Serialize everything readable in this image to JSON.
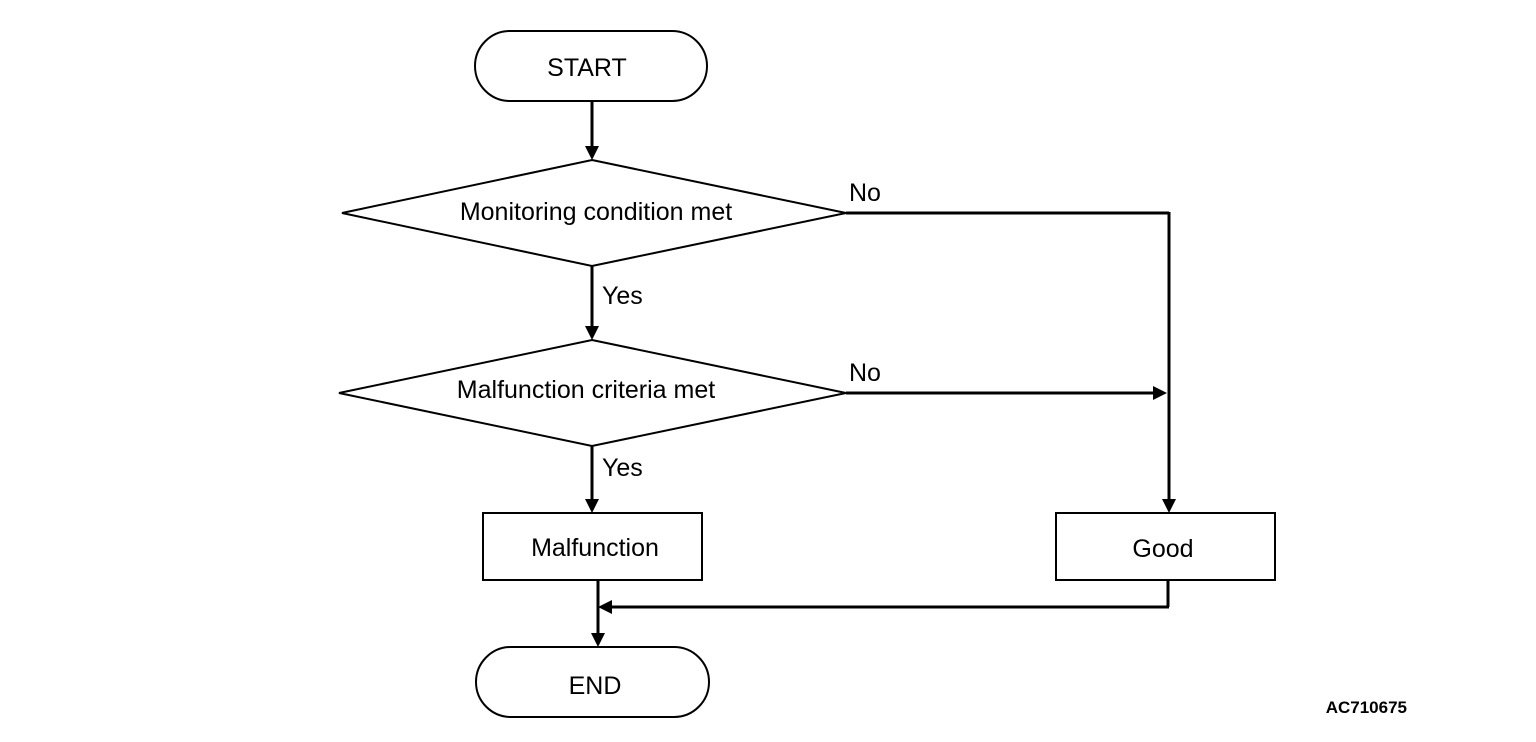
{
  "nodes": {
    "start": "START",
    "monitoring_condition": "Monitoring condition met",
    "malfunction_criteria": "Malfunction criteria met",
    "malfunction": "Malfunction",
    "good": "Good",
    "end": "END"
  },
  "branches": {
    "monitoring_no": "No",
    "monitoring_yes": "Yes",
    "malfunction_no": "No",
    "malfunction_yes": "Yes"
  },
  "figure_id": "AC710675",
  "colors": {
    "stroke": "#000000",
    "background": "#ffffff"
  }
}
